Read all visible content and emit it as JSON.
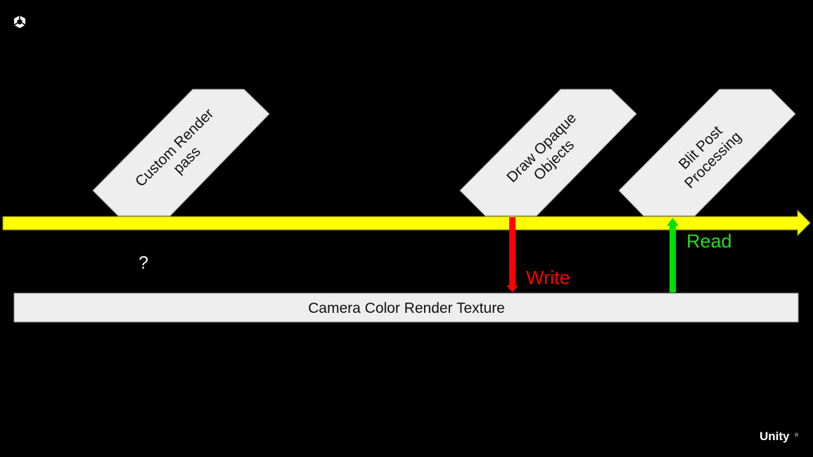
{
  "passes": {
    "custom": {
      "line1": "Custom Render",
      "line2": "pass"
    },
    "opaque": {
      "line1": "Draw Opaque",
      "line2": "Objects"
    },
    "blit": {
      "line1": "Blit Post",
      "line2": "Processing"
    }
  },
  "texture": {
    "label": "Camera Color Render Texture"
  },
  "arrows": {
    "write": {
      "label": "Write",
      "color": "#ff0000"
    },
    "read": {
      "label": "Read",
      "color": "#00e000"
    }
  },
  "question_mark": "?",
  "timeline": {
    "color": "#ffff00"
  },
  "brand": {
    "wordmark": "Unity",
    "registered": "®",
    "logo_icon": "unity-cube-icon"
  },
  "colors": {
    "background": "#000000",
    "shape_fill": "#eeeeee",
    "text": "#111111"
  }
}
